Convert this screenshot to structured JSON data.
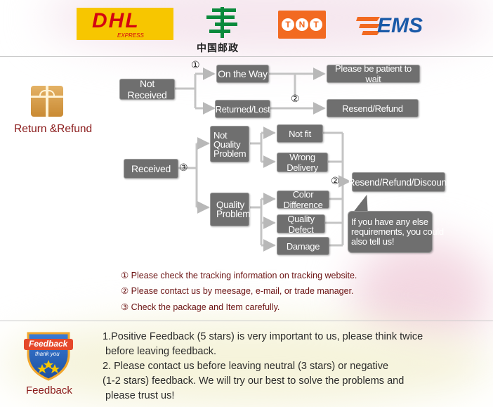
{
  "carriers": {
    "dhl": {
      "name": "DHL",
      "sub": "EXPRESS"
    },
    "china_post": {
      "name": "中国邮政"
    },
    "tnt": {
      "name": "TNT"
    },
    "ems": {
      "name": "EMS"
    }
  },
  "return_refund": {
    "label": "Return &Refund"
  },
  "flow": {
    "not_received": "Not Received",
    "on_the_way": "On the Way",
    "be_patient": "Please be patient to wait",
    "returned_lost": "Returned/Lost",
    "resend_refund": "Resend/Refund",
    "received": "Received",
    "not_quality": "Not\nQuality\nProblem",
    "not_fit": "Not fit",
    "wrong_delivery": "Wrong Delivery",
    "quality_problem": "Quality\nProblem",
    "color_difference": "Color Difference",
    "quality_defect": "Quality Defect",
    "damage": "Damage",
    "resend_refund_discount": "Resend/Refund/Discount",
    "else_requirements": "If you have any else\nrequirements, you could\nalso tell us!",
    "num1": "①",
    "num2a": "②",
    "num2b": "②",
    "num3": "③"
  },
  "notes": [
    "① Please check the tracking information on tracking website.",
    "② Please contact us by meesage, e-mail, or trade manager.",
    "③ Check the package and Item carefully."
  ],
  "feedback": {
    "badge_text": "Feedback",
    "badge_sub": "thank you",
    "label": "Feedback",
    "lines": [
      "1.Positive Feedback (5 stars) is very important to us, please think twice",
      " before leaving feedback.",
      "2. Please contact us before leaving neutral (3 stars) or negative",
      "(1-2 stars) feedback. We will try our best to solve the problems and",
      " please trust us!"
    ]
  },
  "colors": {
    "dhl_yellow": "#f7c600",
    "dhl_red": "#d40511",
    "china_post_green": "#0a8a3c",
    "tnt_orange": "#f26a21",
    "ems_blue": "#1a5aa8",
    "box_gray": "#6f6f6f",
    "note_red": "#6b1212"
  }
}
